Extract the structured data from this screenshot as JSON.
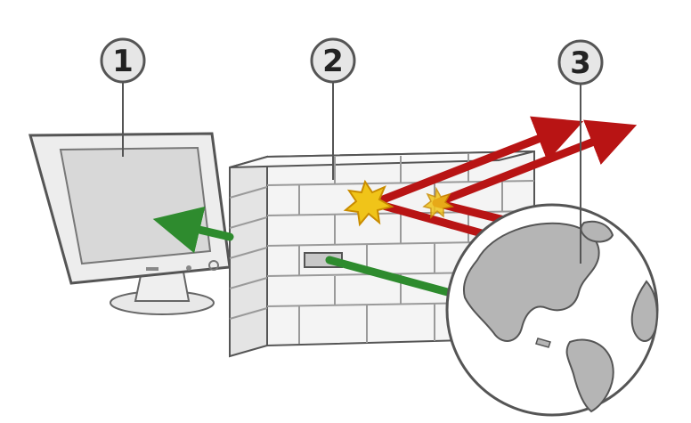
{
  "callouts": [
    {
      "label": "1",
      "refers_to": "computer"
    },
    {
      "label": "2",
      "refers_to": "firewall"
    },
    {
      "label": "3",
      "refers_to": "internet"
    }
  ],
  "colors": {
    "blocked_arrow": "#b81414",
    "allowed_arrow": "#2e8b2e",
    "impact_burst": "#f0c419",
    "monitor_bezel": "#ececec",
    "monitor_screen": "#d8d8d8",
    "wall_face": "#f4f4f4",
    "globe_ocean": "#ffffff",
    "globe_land": "#b5b5b5",
    "outline": "#555555",
    "callout_fill": "#e6e6e6"
  },
  "icons": [
    "monitor-icon",
    "brick-wall-icon",
    "globe-icon",
    "impact-burst-icon"
  ]
}
